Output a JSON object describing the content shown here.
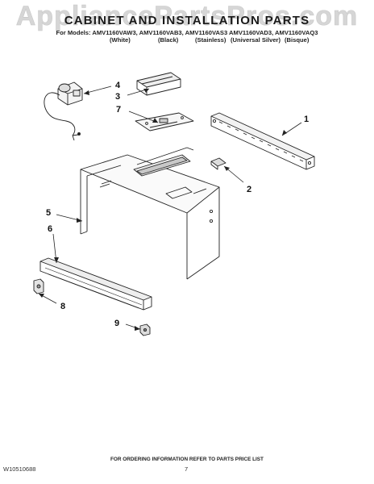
{
  "watermark": "AppliancePartsPros.com",
  "title": "CABINET AND INSTALLATION PARTS",
  "models_line": "For Models: AMV1160VAW3, AMV1160VAB3, AMV1160VAS3 AMV1160VAD3, AMV1160VAQ3",
  "colors": [
    "(White)",
    "(Black)",
    "(Stainless)",
    "(Universal Silver)",
    "(Bisque)"
  ],
  "callouts": [
    "1",
    "2",
    "3",
    "4",
    "5",
    "6",
    "7",
    "8",
    "9"
  ],
  "footer": "FOR ORDERING INFORMATION REFER TO PARTS PRICE LIST",
  "doc_number": "W10510688",
  "page_number": "7"
}
